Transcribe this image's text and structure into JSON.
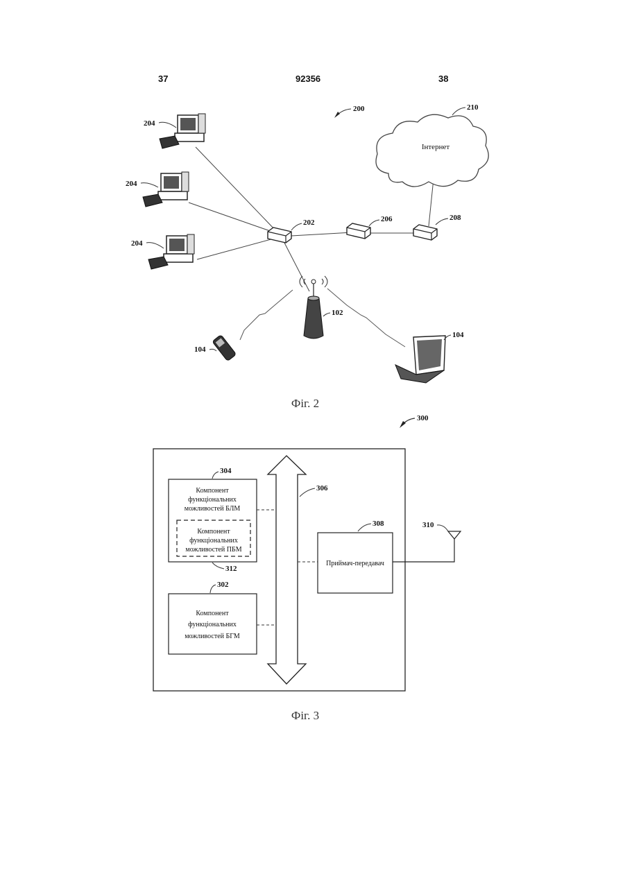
{
  "header": {
    "left": "37",
    "center": "92356",
    "right": "38"
  },
  "fig2": {
    "caption": "Фіг. 2",
    "ref_system": "200",
    "ref_hub": "202",
    "ref_computer": "204",
    "ref_modem": "206",
    "ref_router": "208",
    "ref_cloud": "210",
    "cloud_label": "Інтернет",
    "ref_base_station": "102",
    "ref_mobile": "104"
  },
  "fig3": {
    "caption": "Фіг. 3",
    "ref_device": "300",
    "ref_blm": "304",
    "blm_text": [
      "Компонент",
      "функціональних",
      "можливостей БЛМ"
    ],
    "ref_pbm": "312",
    "pbm_text": [
      "Компонент",
      "функціональних",
      "можливостей ПБМ"
    ],
    "ref_bgm": "302",
    "bgm_text": [
      "Компонент",
      "функціональних",
      "можливостей БГМ"
    ],
    "ref_bus": "306",
    "ref_transceiver": "308",
    "transceiver_text": "Приймач-передавач",
    "ref_antenna": "310"
  }
}
